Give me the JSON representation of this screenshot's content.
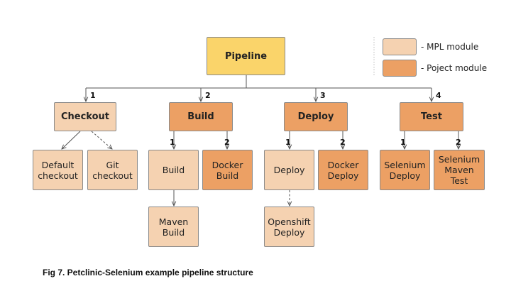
{
  "colors": {
    "pipeline": "#fad46a",
    "mpl_module": "#f5d2b1",
    "project_module": "#eca064",
    "line": "#555555"
  },
  "nodes": {
    "pipeline": "Pipeline",
    "checkout": "Checkout",
    "build": "Build",
    "deploy": "Deploy",
    "test": "Test",
    "default_checkout": "Default\ncheckout",
    "git_checkout": "Git\ncheckout",
    "build_mpl": "Build",
    "docker_build": "Docker\nBuild",
    "deploy_mpl": "Deploy",
    "docker_deploy": "Docker\nDeploy",
    "selenium_deploy": "Selenium\nDeploy",
    "selenium_maven_test": "Selenium\nMaven Test",
    "maven_build": "Maven\nBuild",
    "openshift_deploy": "Openshift\nDeploy"
  },
  "step_labels": {
    "checkout": "1",
    "build": "2",
    "deploy": "3",
    "test": "4",
    "build_1": "1",
    "build_2": "2",
    "deploy_1": "1",
    "deploy_2": "2",
    "test_1": "1",
    "test_2": "2"
  },
  "legend": {
    "mpl_module": "- MPL module",
    "project_module": "- Poject module"
  },
  "caption": "Fig 7. Petclinic-Selenium example pipeline structure"
}
